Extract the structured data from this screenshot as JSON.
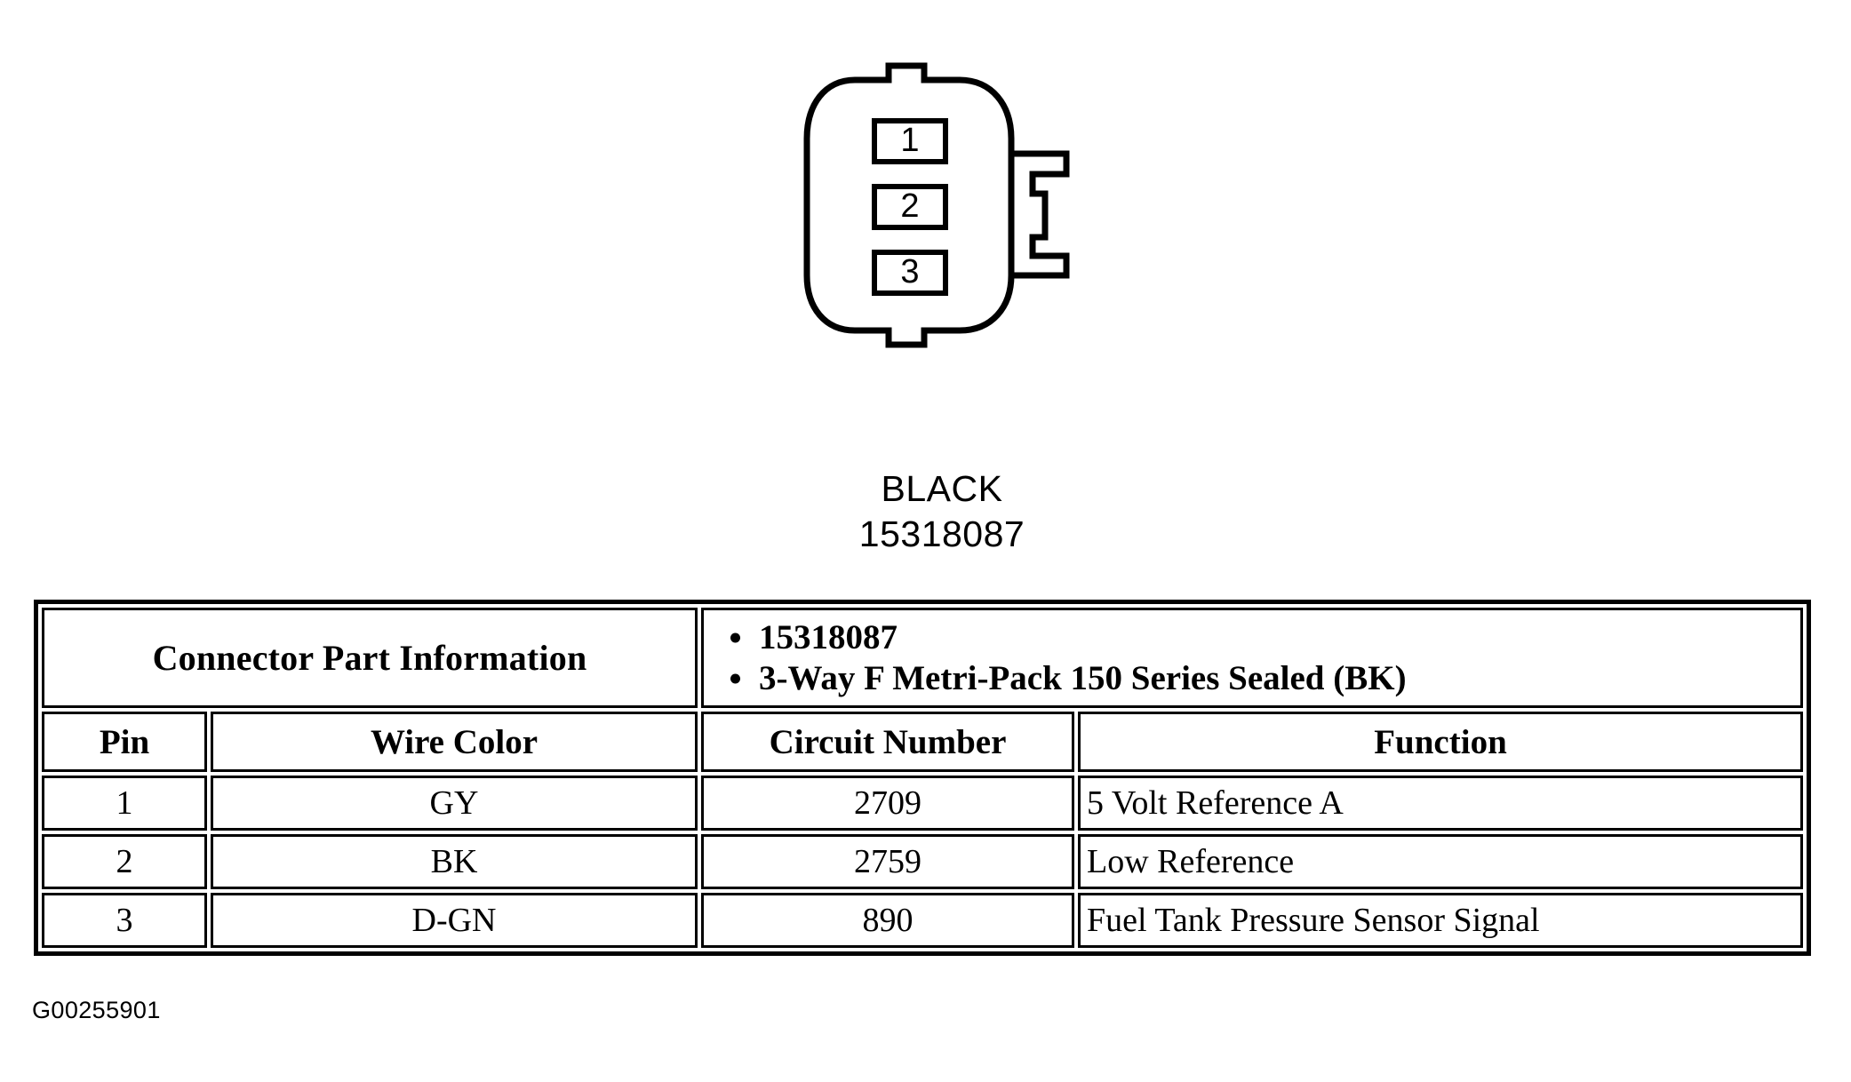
{
  "diagram": {
    "name": "connector-face-view",
    "cavities": [
      {
        "label": "1"
      },
      {
        "label": "2"
      },
      {
        "label": "3"
      }
    ],
    "caption": {
      "color_name": "BLACK",
      "part_number": "15318087"
    }
  },
  "table": {
    "part_information": {
      "header_label": "Connector Part Information",
      "items": [
        "15318087",
        "3-Way F Metri-Pack 150 Series Sealed (BK)"
      ]
    },
    "columns": [
      "Pin",
      "Wire Color",
      "Circuit Number",
      "Function"
    ],
    "rows": [
      {
        "pin": "1",
        "wire_color": "GY",
        "circuit_number": "2709",
        "function": "5 Volt Reference A"
      },
      {
        "pin": "2",
        "wire_color": "BK",
        "circuit_number": "2759",
        "function": "Low Reference"
      },
      {
        "pin": "3",
        "wire_color": "D-GN",
        "circuit_number": "890",
        "function": "Fuel Tank Pressure Sensor Signal"
      }
    ]
  },
  "figure_code": "G00255901",
  "colors": {
    "ink": "#000000",
    "page": "#ffffff"
  }
}
